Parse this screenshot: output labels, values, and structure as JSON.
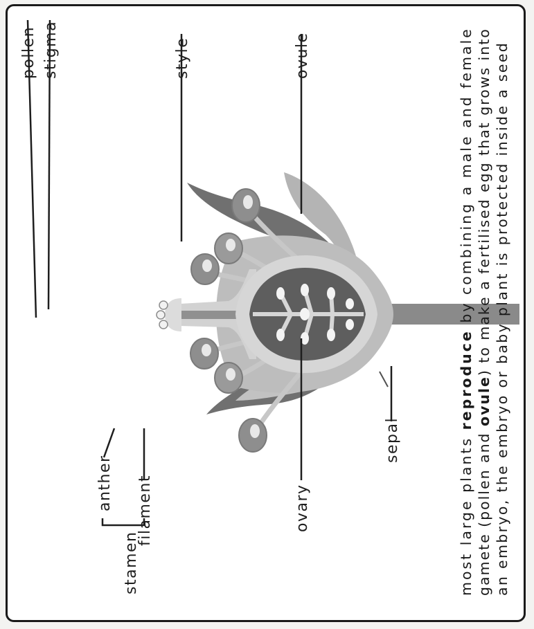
{
  "labels": {
    "pollen": "pollen",
    "stigma": "stigma",
    "style": "style",
    "ovule": "ovule",
    "anther": "anther",
    "filament": "filament",
    "stamen": "stamen",
    "ovary": "ovary",
    "sepal": "sepal"
  },
  "caption": {
    "line1": {
      "a": "most large plants ",
      "b": "reproduce",
      "c": " by combining a male and female"
    },
    "line2": {
      "a": "gamete (pollen and ",
      "b": "ovule",
      "c": ") to make a fertilised egg that grows into"
    },
    "line3": "an embryo, the embryo or baby plant is protected inside a seed"
  },
  "colors": {
    "petal_dark": "#707070",
    "petal_light": "#b4b4b4",
    "stalk": "#8a8a8a",
    "pistil_light": "#d2d2d2",
    "ovary_dark": "#5e5e5e",
    "ovule": "#f4f4f4",
    "anther": "#8e8e8e"
  }
}
